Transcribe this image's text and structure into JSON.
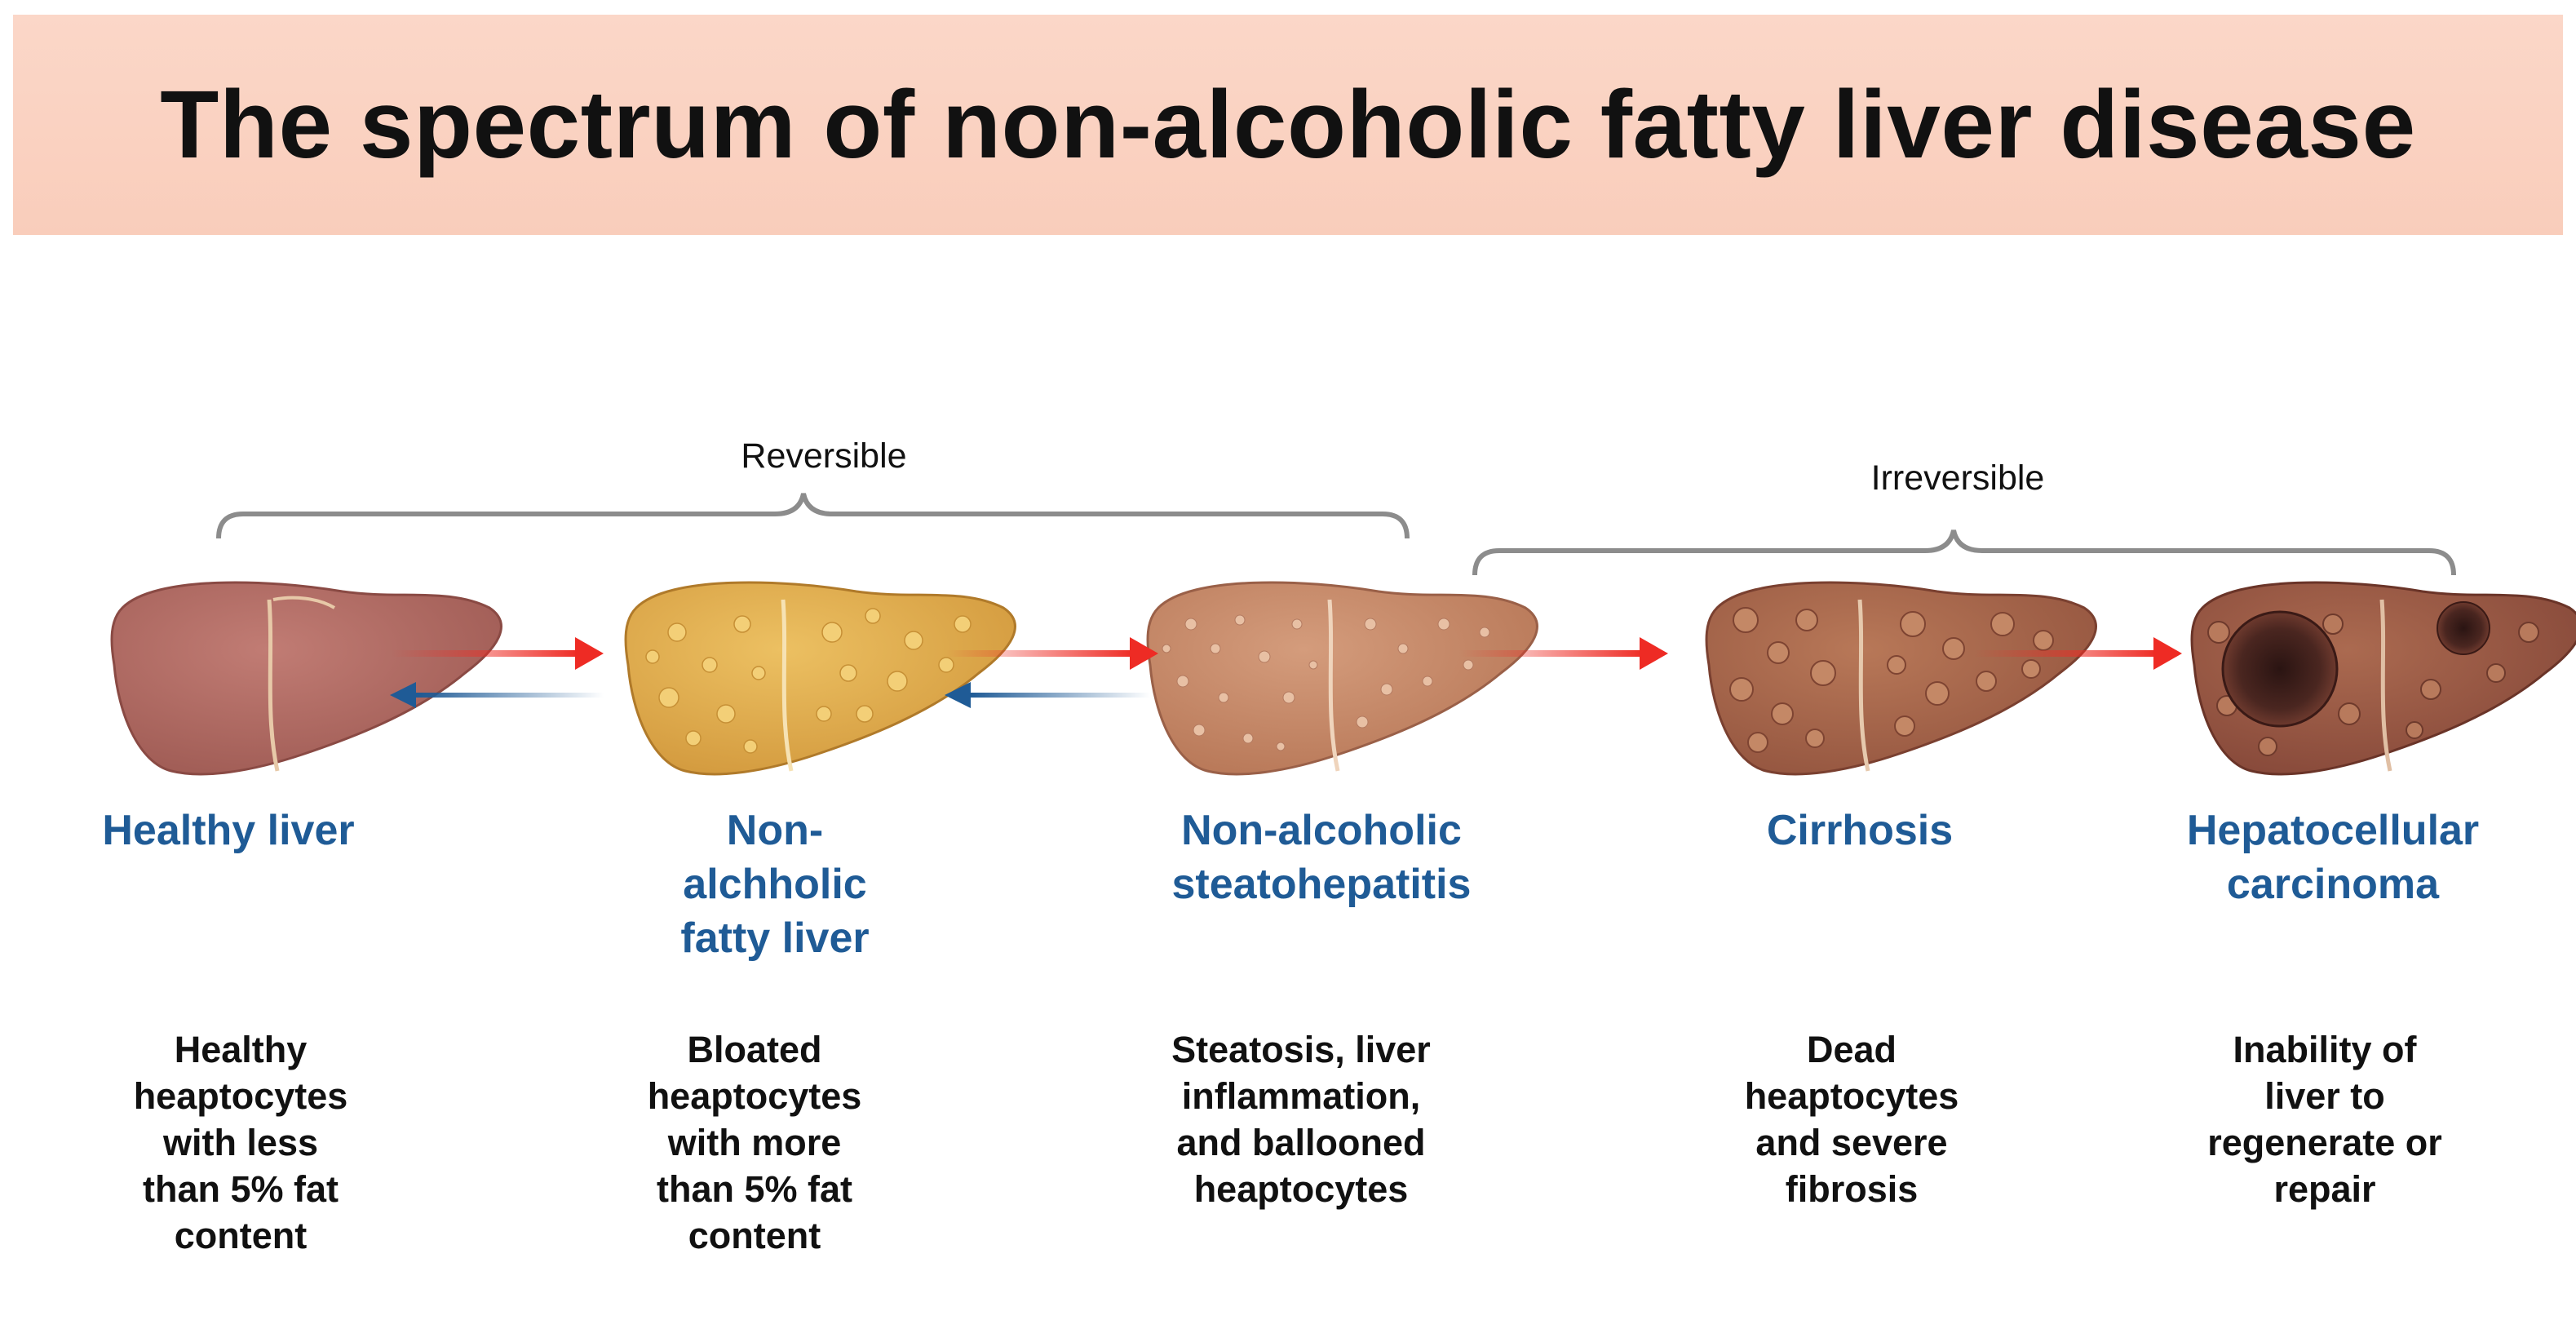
{
  "title": "The spectrum of non-alcoholic fatty liver disease",
  "brackets": {
    "reversible": "Reversible",
    "irreversible": "Irreversible"
  },
  "stages": [
    {
      "name": "Healthy liver",
      "description": "Healthy heaptocytes with less than 5% fat content"
    },
    {
      "name": "Non-alchholic fatty liver",
      "description": "Bloated heaptocytes with more than 5% fat content"
    },
    {
      "name": "Non-alcoholic steatohepatitis",
      "description": "Steatosis, liver inflammation, and ballooned heaptocytes"
    },
    {
      "name": "Cirrhosis",
      "description": "Dead heaptocytes and severe fibrosis"
    },
    {
      "name": "Hepatocellular carcinoma",
      "description": "Inability of liver to regenerate or repair"
    }
  ],
  "colors": {
    "banner": "#f9cdbb",
    "stage_name": "#1f5b96",
    "forward_arrow": "#ee2b24",
    "backward_arrow": "#1f5b96",
    "healthy_liver": "#b06a62",
    "fatty_liver": "#e2b050",
    "nash_liver": "#c88a6a",
    "cirrhosis_liver": "#a9684e",
    "carcinoma_liver": "#9a5a46"
  }
}
